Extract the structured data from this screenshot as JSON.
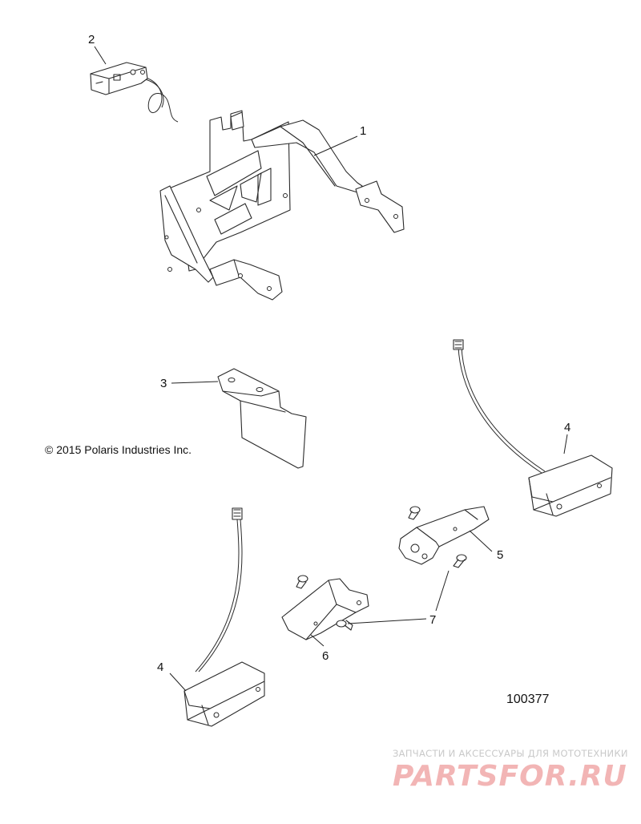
{
  "callouts": {
    "c1": "1",
    "c2": "2",
    "c3": "3",
    "c4a": "4",
    "c4b": "4",
    "c5": "5",
    "c6": "6",
    "c7": "7"
  },
  "copyright": "© 2015 Polaris Industries Inc.",
  "diagram_id": "100377",
  "watermark": {
    "tagline": "ЗАПЧАСТИ И АКСЕССУАРЫ ДЛЯ МОТОТЕХНИКИ",
    "logo_text": "PARTSFOR.RU",
    "logo_color": "#f2b5b5"
  }
}
